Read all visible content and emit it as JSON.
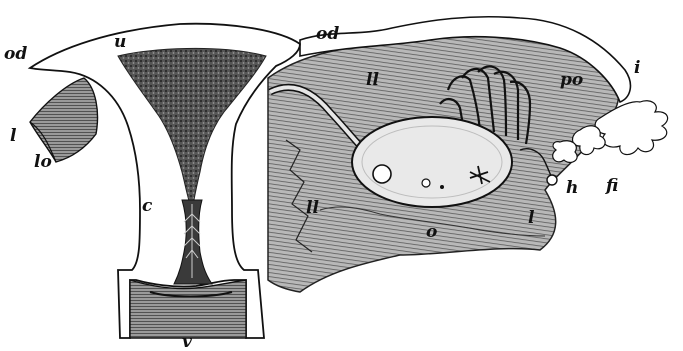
{
  "labels": {
    "od_left": "od",
    "u": "u",
    "od_right": "od",
    "i": "i",
    "ll_upper": "ll",
    "po": "po",
    "l_left": "l",
    "lo": "lo",
    "c": "c",
    "ll_lower": "ll",
    "o": "o",
    "l_right": "l",
    "h": "h",
    "fi": "fi",
    "v": "v"
  },
  "colors": {
    "ink": "#111111",
    "paper": "#ffffff",
    "tissue": "#8a8a8a",
    "tissue_dark": "#3a3a3a"
  }
}
